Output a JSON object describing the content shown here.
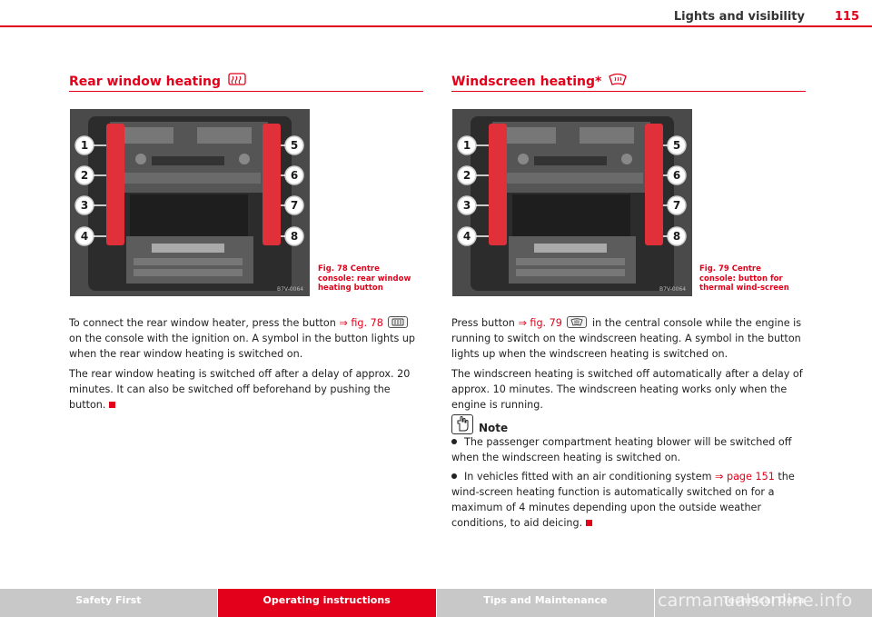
{
  "header": {
    "title": "Lights and visibility",
    "page_number": "115"
  },
  "left": {
    "title": "Rear window heating",
    "figure": {
      "callouts": [
        "1",
        "2",
        "3",
        "4",
        "5",
        "6",
        "7",
        "8"
      ],
      "code": "B7V-0064",
      "caption": "Fig. 78   Centre console: rear window heating button"
    },
    "para1_a": "To connect the rear window heater, press the button ",
    "para1_link": "⇒ fig. 78",
    "para1_b": " on the console with the ignition on. A symbol in the button lights up when the rear window heating is switched on.",
    "para2": "The rear window heating is switched off after a delay of approx. 20 minutes. It can also be switched off beforehand by pushing the button."
  },
  "right": {
    "title": "Windscreen heating*",
    "figure": {
      "callouts": [
        "1",
        "2",
        "3",
        "4",
        "5",
        "6",
        "7",
        "8"
      ],
      "code": "B7V-0064",
      "caption": "Fig. 79   Centre console: button for thermal wind-screen"
    },
    "para1_a": "Press button ",
    "para1_link": "⇒ fig. 79",
    "para1_b": " in the central console while the engine is running to switch on the windscreen heating. A symbol in the button lights up when the windscreen heating is switched on.",
    "para2": "The windscreen heating is switched off automatically after a delay of approx. 10 minutes. The windscreen heating works only when the engine is running.",
    "note_label": "Note",
    "bullet1": "The passenger compartment heating blower will be switched off when the windscreen heating is switched on.",
    "bullet2_a": "In vehicles fitted with an air conditioning system ",
    "bullet2_link": "⇒ page 151",
    "bullet2_b": " the wind-screen heating function is automatically switched on for a maximum of 4 minutes depending upon the outside weather conditions, to aid deicing."
  },
  "footer": {
    "tabs": [
      "Safety First",
      "Operating instructions",
      "Tips and Maintenance",
      "Technical Data"
    ],
    "watermark": "carmanualsonline.info"
  },
  "colors": {
    "accent": "#e2001a",
    "tab_grey": "#c8c8c8",
    "console_dark": "#3a3a3a",
    "button_red": "#e0303a"
  },
  "icons": [
    "rear-window-heating-icon",
    "windscreen-heating-icon",
    "note-hand-icon",
    "end-marker-icon"
  ]
}
